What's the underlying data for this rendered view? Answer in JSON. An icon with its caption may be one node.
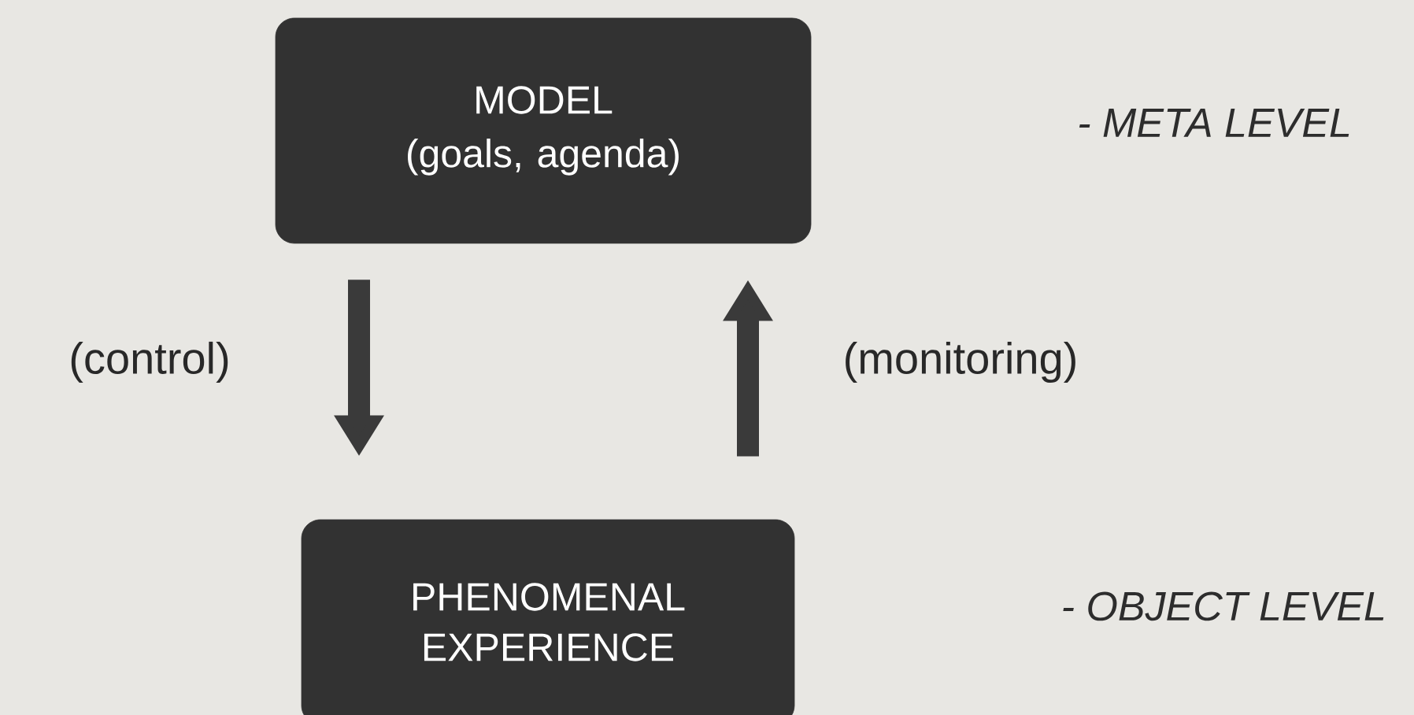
{
  "diagram": {
    "nodes": [
      {
        "text": [
          "MODEL",
          "(goals, agenda)"
        ]
      },
      {
        "text": [
          "PHENOMENAL EXPERIENCE"
        ]
      }
    ],
    "edges": [
      {
        "from": 0,
        "to": 1,
        "arrow": "to",
        "label": "(control)"
      },
      {
        "from": 1,
        "to": 0,
        "arrow": "to",
        "label": "(monitoring)"
      }
    ],
    "labels": [
      "- META LEVEL",
      "- OBJECT LEVEL"
    ]
  }
}
